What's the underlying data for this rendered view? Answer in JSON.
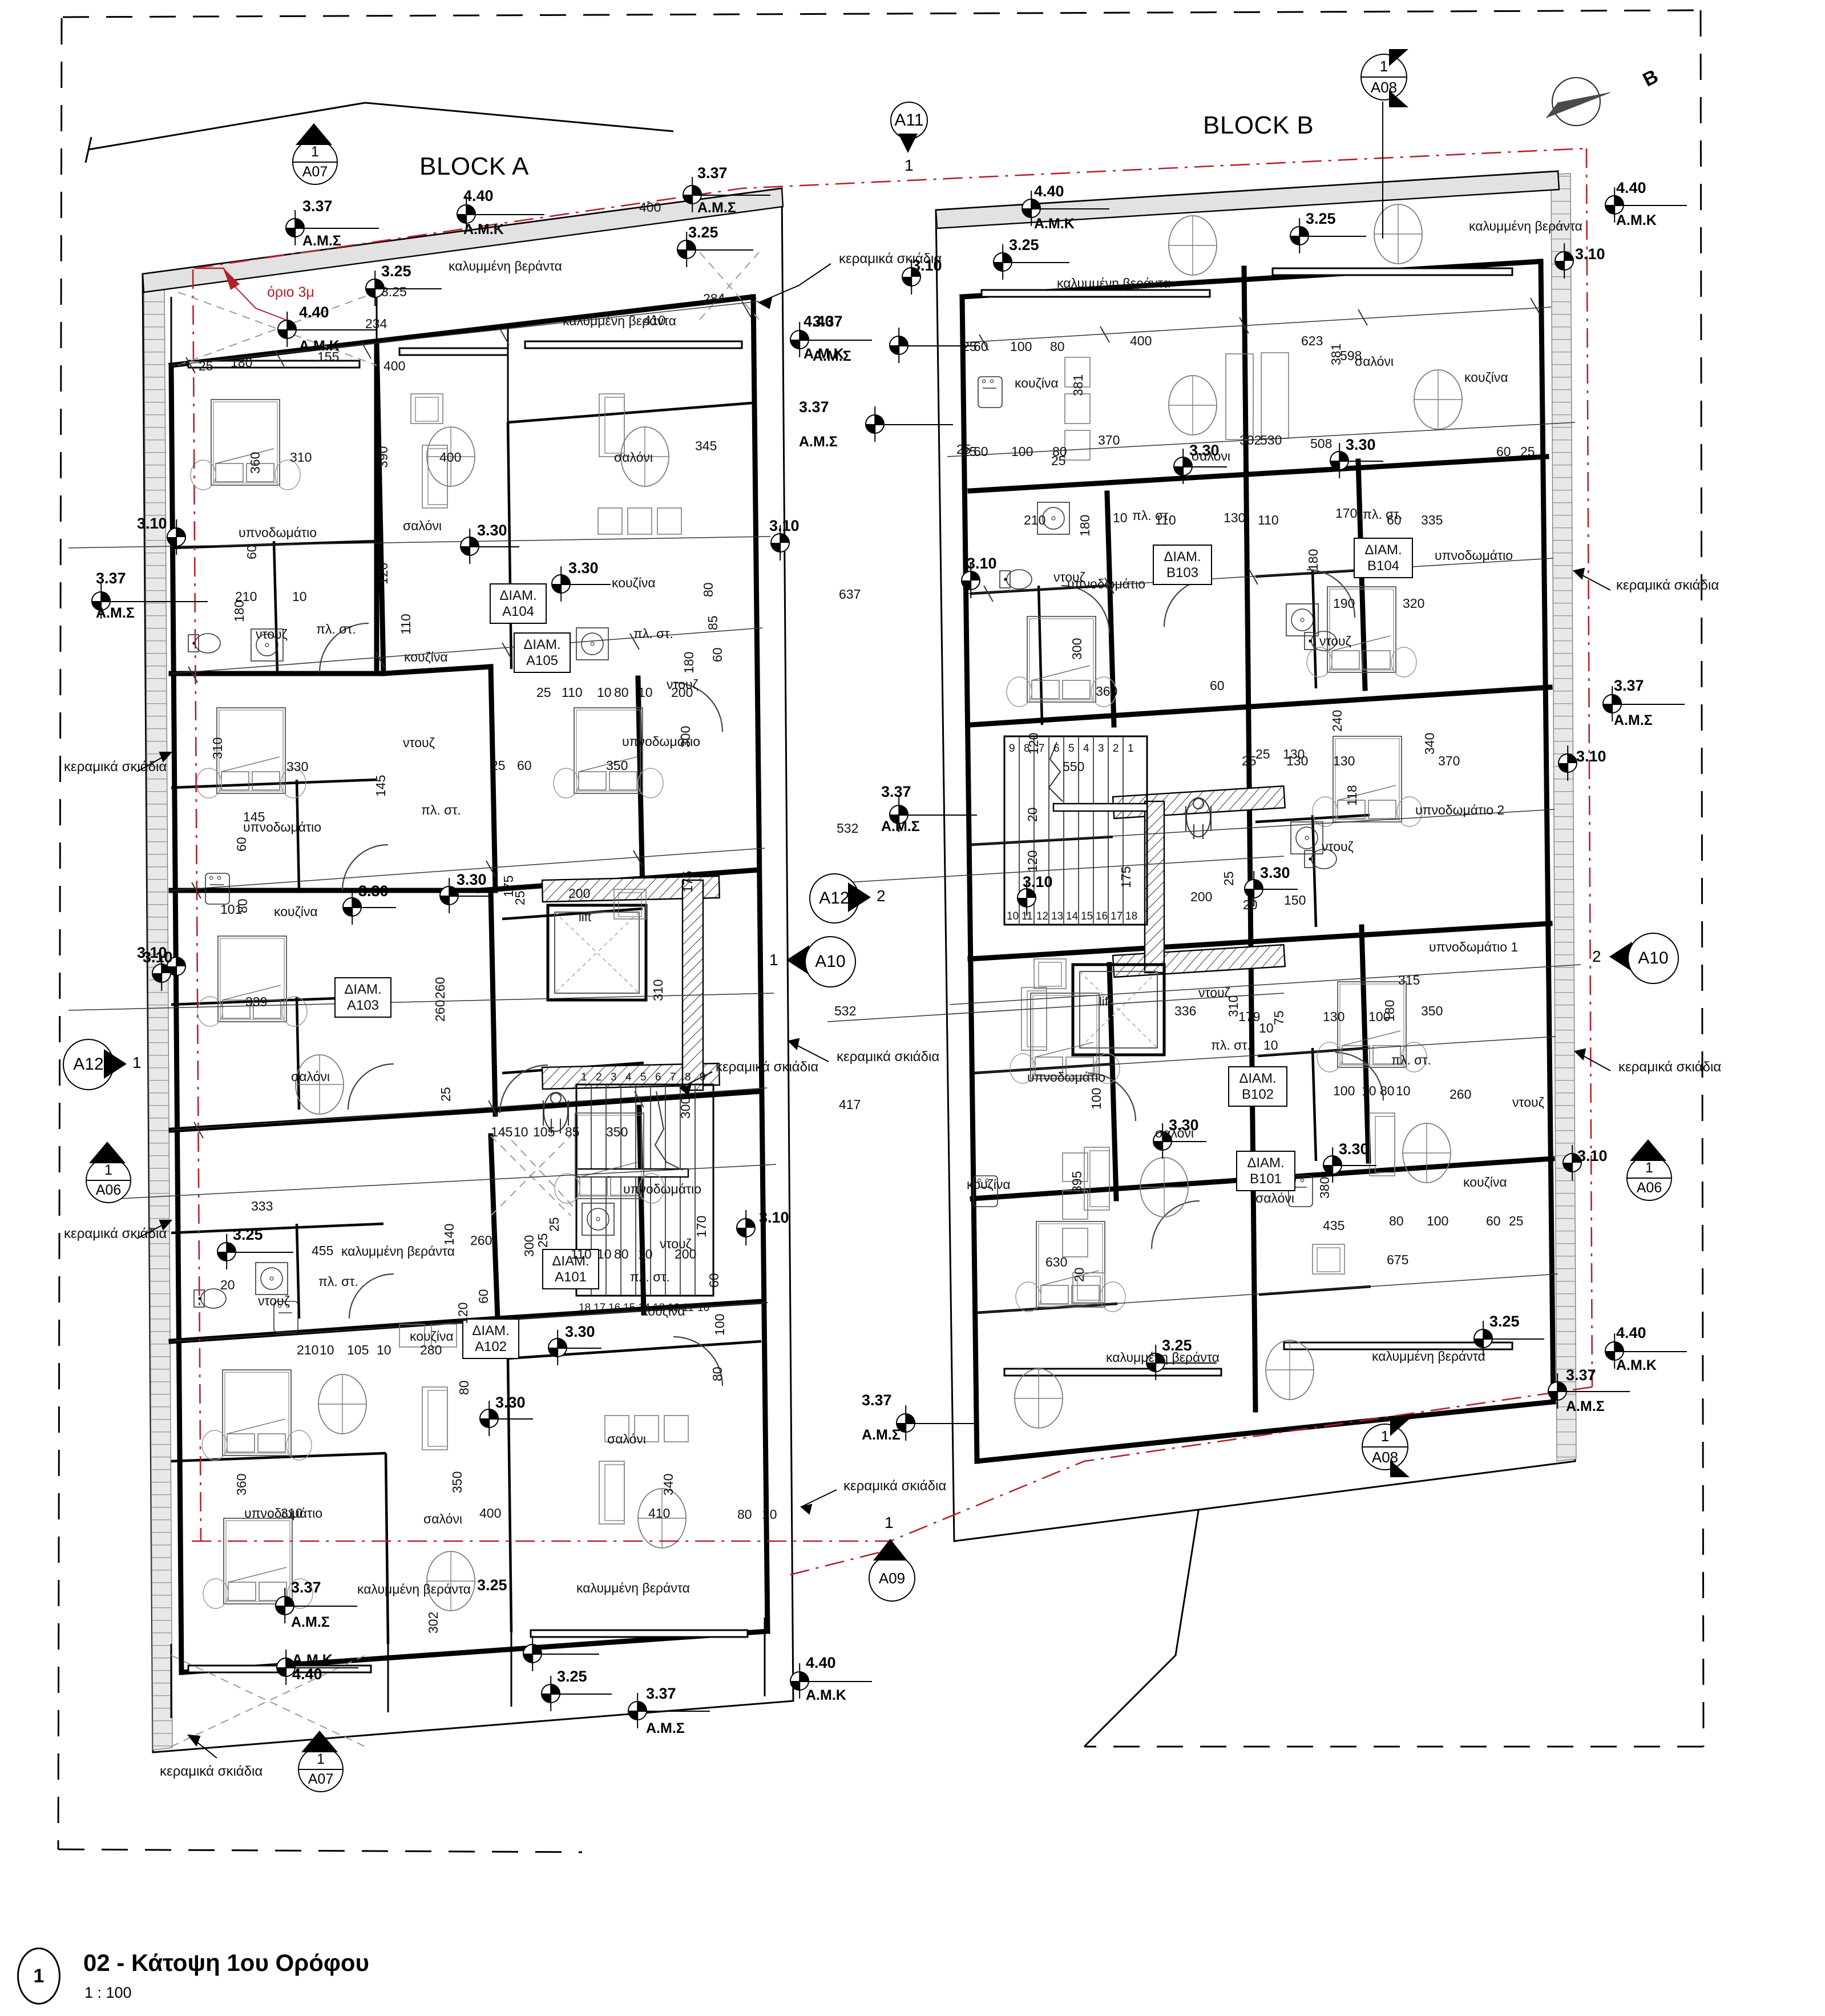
{
  "sheet": {
    "title_number": "02",
    "title": "02 - Κάτοψη 1ου Ορόφου",
    "scale": "1 : 100",
    "detail_bubble": "1"
  },
  "blocks": [
    {
      "id": "block-a",
      "label": "BLOCK A"
    },
    {
      "id": "block-b",
      "label": "BLOCK B"
    }
  ],
  "north_arrow": {
    "letter": "Β"
  },
  "section_markers": [
    {
      "id": "A11",
      "tag": "A11",
      "num": "1",
      "style": "teardrop-down"
    },
    {
      "id": "A08-top",
      "tag": "A08",
      "num": "1",
      "style": "diamond-right"
    },
    {
      "id": "A07-top",
      "tag": "A07",
      "num": "1",
      "style": "triangle-up"
    },
    {
      "id": "A12-mid",
      "tag": "A12",
      "num": "2",
      "style": "arrow-right"
    },
    {
      "id": "A10-mid",
      "tag": "A10",
      "num": "1",
      "style": "arrow-left"
    },
    {
      "id": "A12-left",
      "tag": "A12",
      "num": "1",
      "style": "arrow-right"
    },
    {
      "id": "A10-right",
      "tag": "A10",
      "num": "2",
      "style": "arrow-left"
    },
    {
      "id": "A06-left",
      "tag": "A06",
      "num": "1",
      "style": "triangle-up"
    },
    {
      "id": "A06-right",
      "tag": "A06",
      "num": "1",
      "style": "triangle-up"
    },
    {
      "id": "A08-bottom",
      "tag": "A08",
      "num": "1",
      "style": "diamond-right"
    },
    {
      "id": "A09-bottom",
      "tag": "A09",
      "num": "1",
      "style": "triangle-up"
    },
    {
      "id": "A07-bottom",
      "tag": "A07",
      "num": "1",
      "style": "triangle-up"
    }
  ],
  "level_markers": [
    {
      "value": "3.37",
      "datum": "Α.Μ.Σ"
    },
    {
      "value": "4.40",
      "datum": "Α.Μ.Κ"
    },
    {
      "value": "3.25",
      "datum": ""
    },
    {
      "value": "3.10",
      "datum": ""
    },
    {
      "value": "3.30",
      "datum": ""
    }
  ],
  "annotations": [
    {
      "text": "κεραμικά σκιάδια"
    },
    {
      "text": "όριο 3μ",
      "color": "#b5202a"
    }
  ],
  "room_names": {
    "bedroom": "υπνοδωμάτιο",
    "bedroom_1": "υπνοδωμάτιο 1",
    "bedroom_2": "υπνοδωμάτιο 2",
    "living": "σαλόνι",
    "kitchen": "κουζίνα",
    "shower": "ντουζ",
    "laundry": "πλ. στ.",
    "covered_veranda": "καλυμμένη βεράντα",
    "lift": "lift"
  },
  "apartments": [
    {
      "id": "A101",
      "prefix": "ΔΙΑΜ.",
      "code": "A101"
    },
    {
      "id": "A102",
      "prefix": "ΔΙΑΜ.",
      "code": "A102"
    },
    {
      "id": "A103",
      "prefix": "ΔΙΑΜ.",
      "code": "A103"
    },
    {
      "id": "A104",
      "prefix": "ΔΙΑΜ.",
      "code": "A104"
    },
    {
      "id": "A105",
      "prefix": "ΔΙΑΜ.",
      "code": "A105"
    },
    {
      "id": "B101",
      "prefix": "ΔΙΑΜ.",
      "code": "B101"
    },
    {
      "id": "B102",
      "prefix": "ΔΙΑΜ.",
      "code": "B102"
    },
    {
      "id": "B103",
      "prefix": "ΔΙΑΜ.",
      "code": "B103"
    },
    {
      "id": "B104",
      "prefix": "ΔΙΑΜ.",
      "code": "B104"
    }
  ],
  "stair_steps_a": [
    "1",
    "2",
    "3",
    "4",
    "5",
    "6",
    "7",
    "8",
    "9",
    "10",
    "11",
    "12",
    "13",
    "14",
    "15",
    "16",
    "17",
    "18"
  ],
  "stair_steps_b": [
    "1",
    "2",
    "3",
    "4",
    "5",
    "6",
    "7",
    "8",
    "9",
    "10",
    "11",
    "12",
    "13",
    "14",
    "15",
    "16",
    "17",
    "18"
  ],
  "chart_data": {
    "type": "table",
    "title": "02 - Κάτοψη 1ου Ορόφου",
    "subtitle": "1 : 100",
    "note": "Architectural first-floor plan, two blocks (A and B), 9 apartments, levels in metres.",
    "levels": [
      {
        "value": 3.37,
        "datum": "Α.Μ.Σ"
      },
      {
        "value": 4.4,
        "datum": "Α.Μ.Κ"
      },
      {
        "value": 3.25,
        "datum": ""
      },
      {
        "value": 3.1,
        "datum": ""
      },
      {
        "value": 3.3,
        "datum": ""
      }
    ],
    "apartment_codes": [
      "A101",
      "A102",
      "A103",
      "A104",
      "A105",
      "B101",
      "B102",
      "B103",
      "B104"
    ]
  }
}
